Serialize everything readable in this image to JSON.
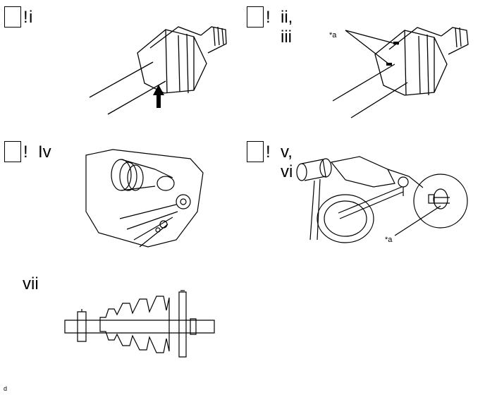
{
  "steps": [
    {
      "mark": "!",
      "roman": "i"
    },
    {
      "mark": "!",
      "roman_line1": "ii,",
      "roman_line2": "iii",
      "callout": "*a"
    },
    {
      "mark": "!",
      "roman": "Iv"
    },
    {
      "mark": "!",
      "roman_line1": "v,",
      "roman_line2": "vi",
      "callout": "*a"
    },
    {
      "roman": "vii"
    }
  ],
  "footer_mark": "d"
}
